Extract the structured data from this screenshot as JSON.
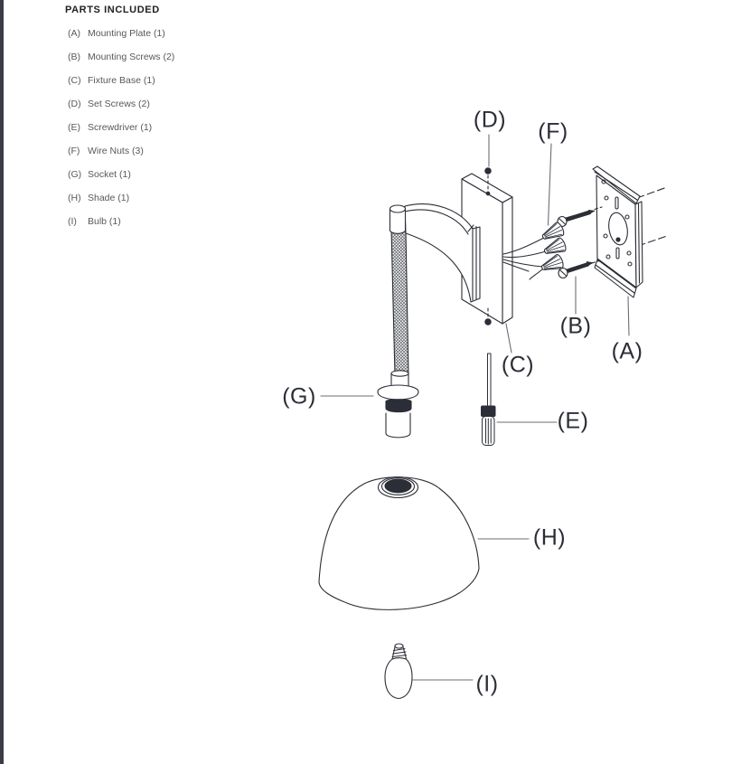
{
  "page": {
    "background_color": "#ffffff",
    "edge_bar_color": "#3a3d45",
    "line_color": "#2b2e36",
    "leader_line_color": "#6b6e73"
  },
  "parts_list": {
    "title": "PARTS INCLUDED",
    "items": [
      {
        "key": "(A)",
        "label": "Mounting Plate (1)"
      },
      {
        "key": "(B)",
        "label": "Mounting Screws (2)"
      },
      {
        "key": "(C)",
        "label": "Fixture Base (1)"
      },
      {
        "key": "(D)",
        "label": "Set Screws (2)"
      },
      {
        "key": "(E)",
        "label": "Screwdriver (1)"
      },
      {
        "key": "(F)",
        "label": "Wire Nuts (3)"
      },
      {
        "key": "(G)",
        "label": "Socket (1)"
      },
      {
        "key": "(H)",
        "label": "Shade (1)"
      },
      {
        "key": "(I)",
        "label": "Bulb (1)"
      }
    ]
  },
  "diagram": {
    "labels": {
      "a": "(A)",
      "b": "(B)",
      "c": "(C)",
      "d": "(D)",
      "e": "(E)",
      "f": "(F)",
      "g": "(G)",
      "h": "(H)",
      "i": "(I)"
    }
  }
}
